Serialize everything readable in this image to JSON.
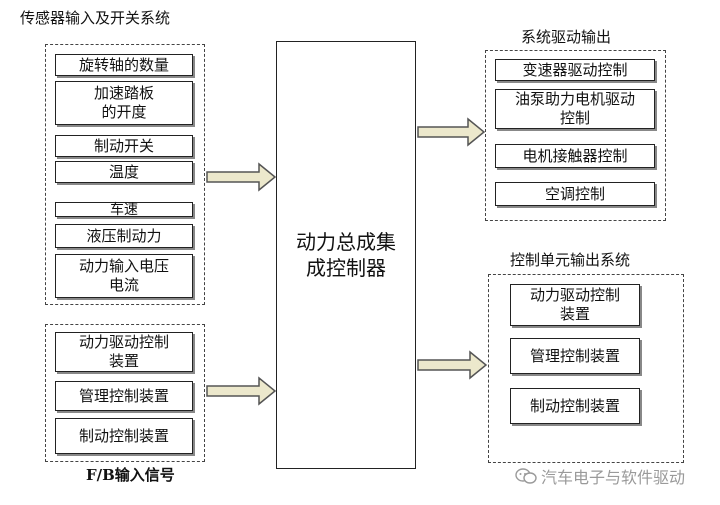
{
  "sensor_system": {
    "title": "传感器输入及开关系统",
    "items": [
      "旋转轴的数量",
      "加速踏板\n的开度",
      "制动开关",
      "温度",
      "车速",
      "液压制动力",
      "动力输入电压\n电流"
    ]
  },
  "fb_system": {
    "title": "F/B输入信号",
    "items": [
      "动力驱动控制\n装置",
      "管理控制装置",
      "制动控制装置"
    ]
  },
  "controller": {
    "label": "动力总成集\n成控制器"
  },
  "drive_output": {
    "title": "系统驱动输出",
    "items": [
      "变速器驱动控制",
      "油泵助力电机驱动\n控制",
      "电机接触器控制",
      "空调控制"
    ]
  },
  "control_output": {
    "title": "控制单元输出系统",
    "items": [
      "动力驱动控制\n装置",
      "管理控制装置",
      "制动控制装置"
    ]
  },
  "watermark": {
    "text": "汽车电子与软件驱动"
  },
  "colors": {
    "arrow_fill": "#ece8cc",
    "arrow_stroke": "#555555"
  }
}
